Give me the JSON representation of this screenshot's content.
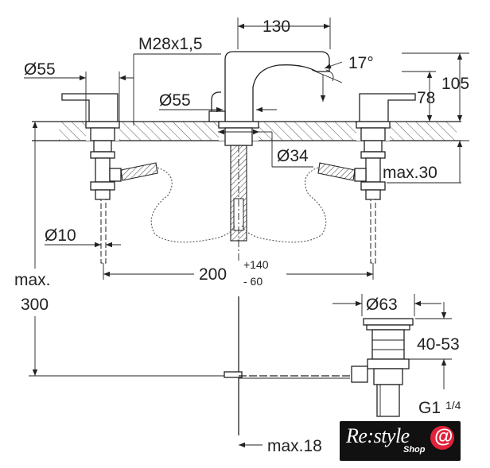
{
  "dimensions": {
    "spout_reach": "130",
    "thread": "M28x1,5",
    "handle_diameter": "Ø55",
    "spout_base_diameter": "Ø55",
    "spout_angle": "17°",
    "height_outlet": "78",
    "height_total": "105",
    "hole_diameter": "Ø34",
    "max_deck_thickness": "max.30",
    "pipe_diameter": "Ø10",
    "center_distance": "200",
    "center_tol_plus": "+140",
    "center_tol_minus": "- 60",
    "max_label": "max.",
    "max_value": "300",
    "waste_diameter": "Ø63",
    "waste_range": "40-53",
    "waste_thread": "G1",
    "waste_thread_fraction": "1/4",
    "max_waste": "max.18"
  },
  "logo": {
    "text": "Re:style",
    "sub": "Shop",
    "at": "@"
  }
}
